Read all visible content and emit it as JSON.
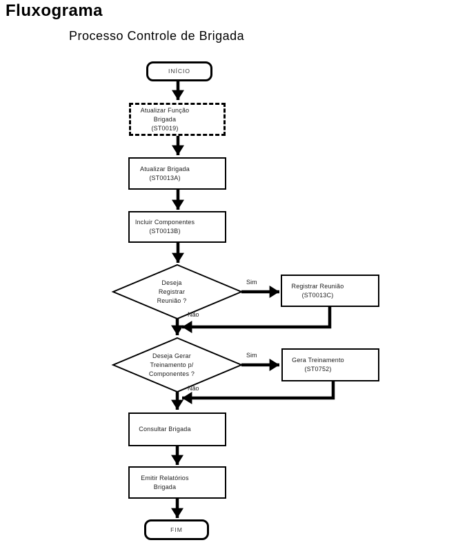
{
  "header": {
    "title": "Fluxograma",
    "subtitle": "Processo Controle de Brigada"
  },
  "flow": {
    "start_label": "INÍCIO",
    "end_label": "FIM",
    "yes_label": "Sim",
    "no_label": "Não",
    "nodes": {
      "atualizar_funcao": {
        "lines": [
          "Atualizar Função",
          "Brigada",
          "(ST0019)"
        ]
      },
      "atualizar_brigada": {
        "lines": [
          "Atualizar Brigada",
          "(ST0013A)"
        ]
      },
      "incluir_componentes": {
        "lines": [
          "Incluir Componentes",
          "(ST0013B)"
        ]
      },
      "registrar_reuniao": {
        "lines": [
          "Registrar Reunião",
          "(ST0013C)"
        ]
      },
      "gera_treinamento": {
        "lines": [
          "Gera Treinamento",
          "(ST0752)"
        ]
      },
      "consultar_brigada": {
        "lines": [
          "Consultar Brigada"
        ]
      },
      "emitir_relatorios": {
        "lines": [
          "Emitir Relatórios Brigada"
        ]
      }
    },
    "decisions": {
      "registrar_reuniao": {
        "lines": [
          "Deseja",
          "Registrar",
          "Reunião ?"
        ]
      },
      "gerar_treinamento": {
        "lines": [
          "Deseja Gerar",
          "Treinamento p/",
          "Componentes ?"
        ]
      }
    },
    "colors": {
      "line": "#000000",
      "text": "#1a1a1a",
      "background": "#ffffff"
    }
  }
}
